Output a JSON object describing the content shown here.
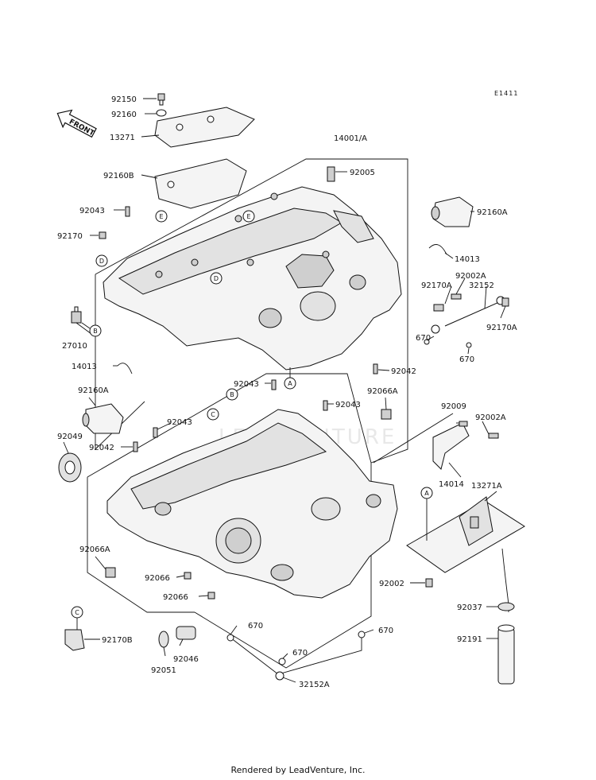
{
  "diagram_code": "E1411",
  "front_label": "FRONT",
  "footer": "Rendered by LeadVenture, Inc.",
  "watermark": "LEADVENTURE",
  "refs": [
    "A",
    "B",
    "C",
    "D",
    "E"
  ],
  "parts": [
    "92150",
    "92160",
    "13271",
    "92160B",
    "14001/A",
    "92005",
    "92043",
    "92170",
    "92160A",
    "14013",
    "92002A",
    "92170A",
    "32152",
    "670",
    "27010",
    "92042",
    "92066A",
    "92009",
    "92049",
    "14014",
    "13271A",
    "92066",
    "92002",
    "92037",
    "92170B",
    "92046",
    "92051",
    "92191",
    "32152A"
  ]
}
